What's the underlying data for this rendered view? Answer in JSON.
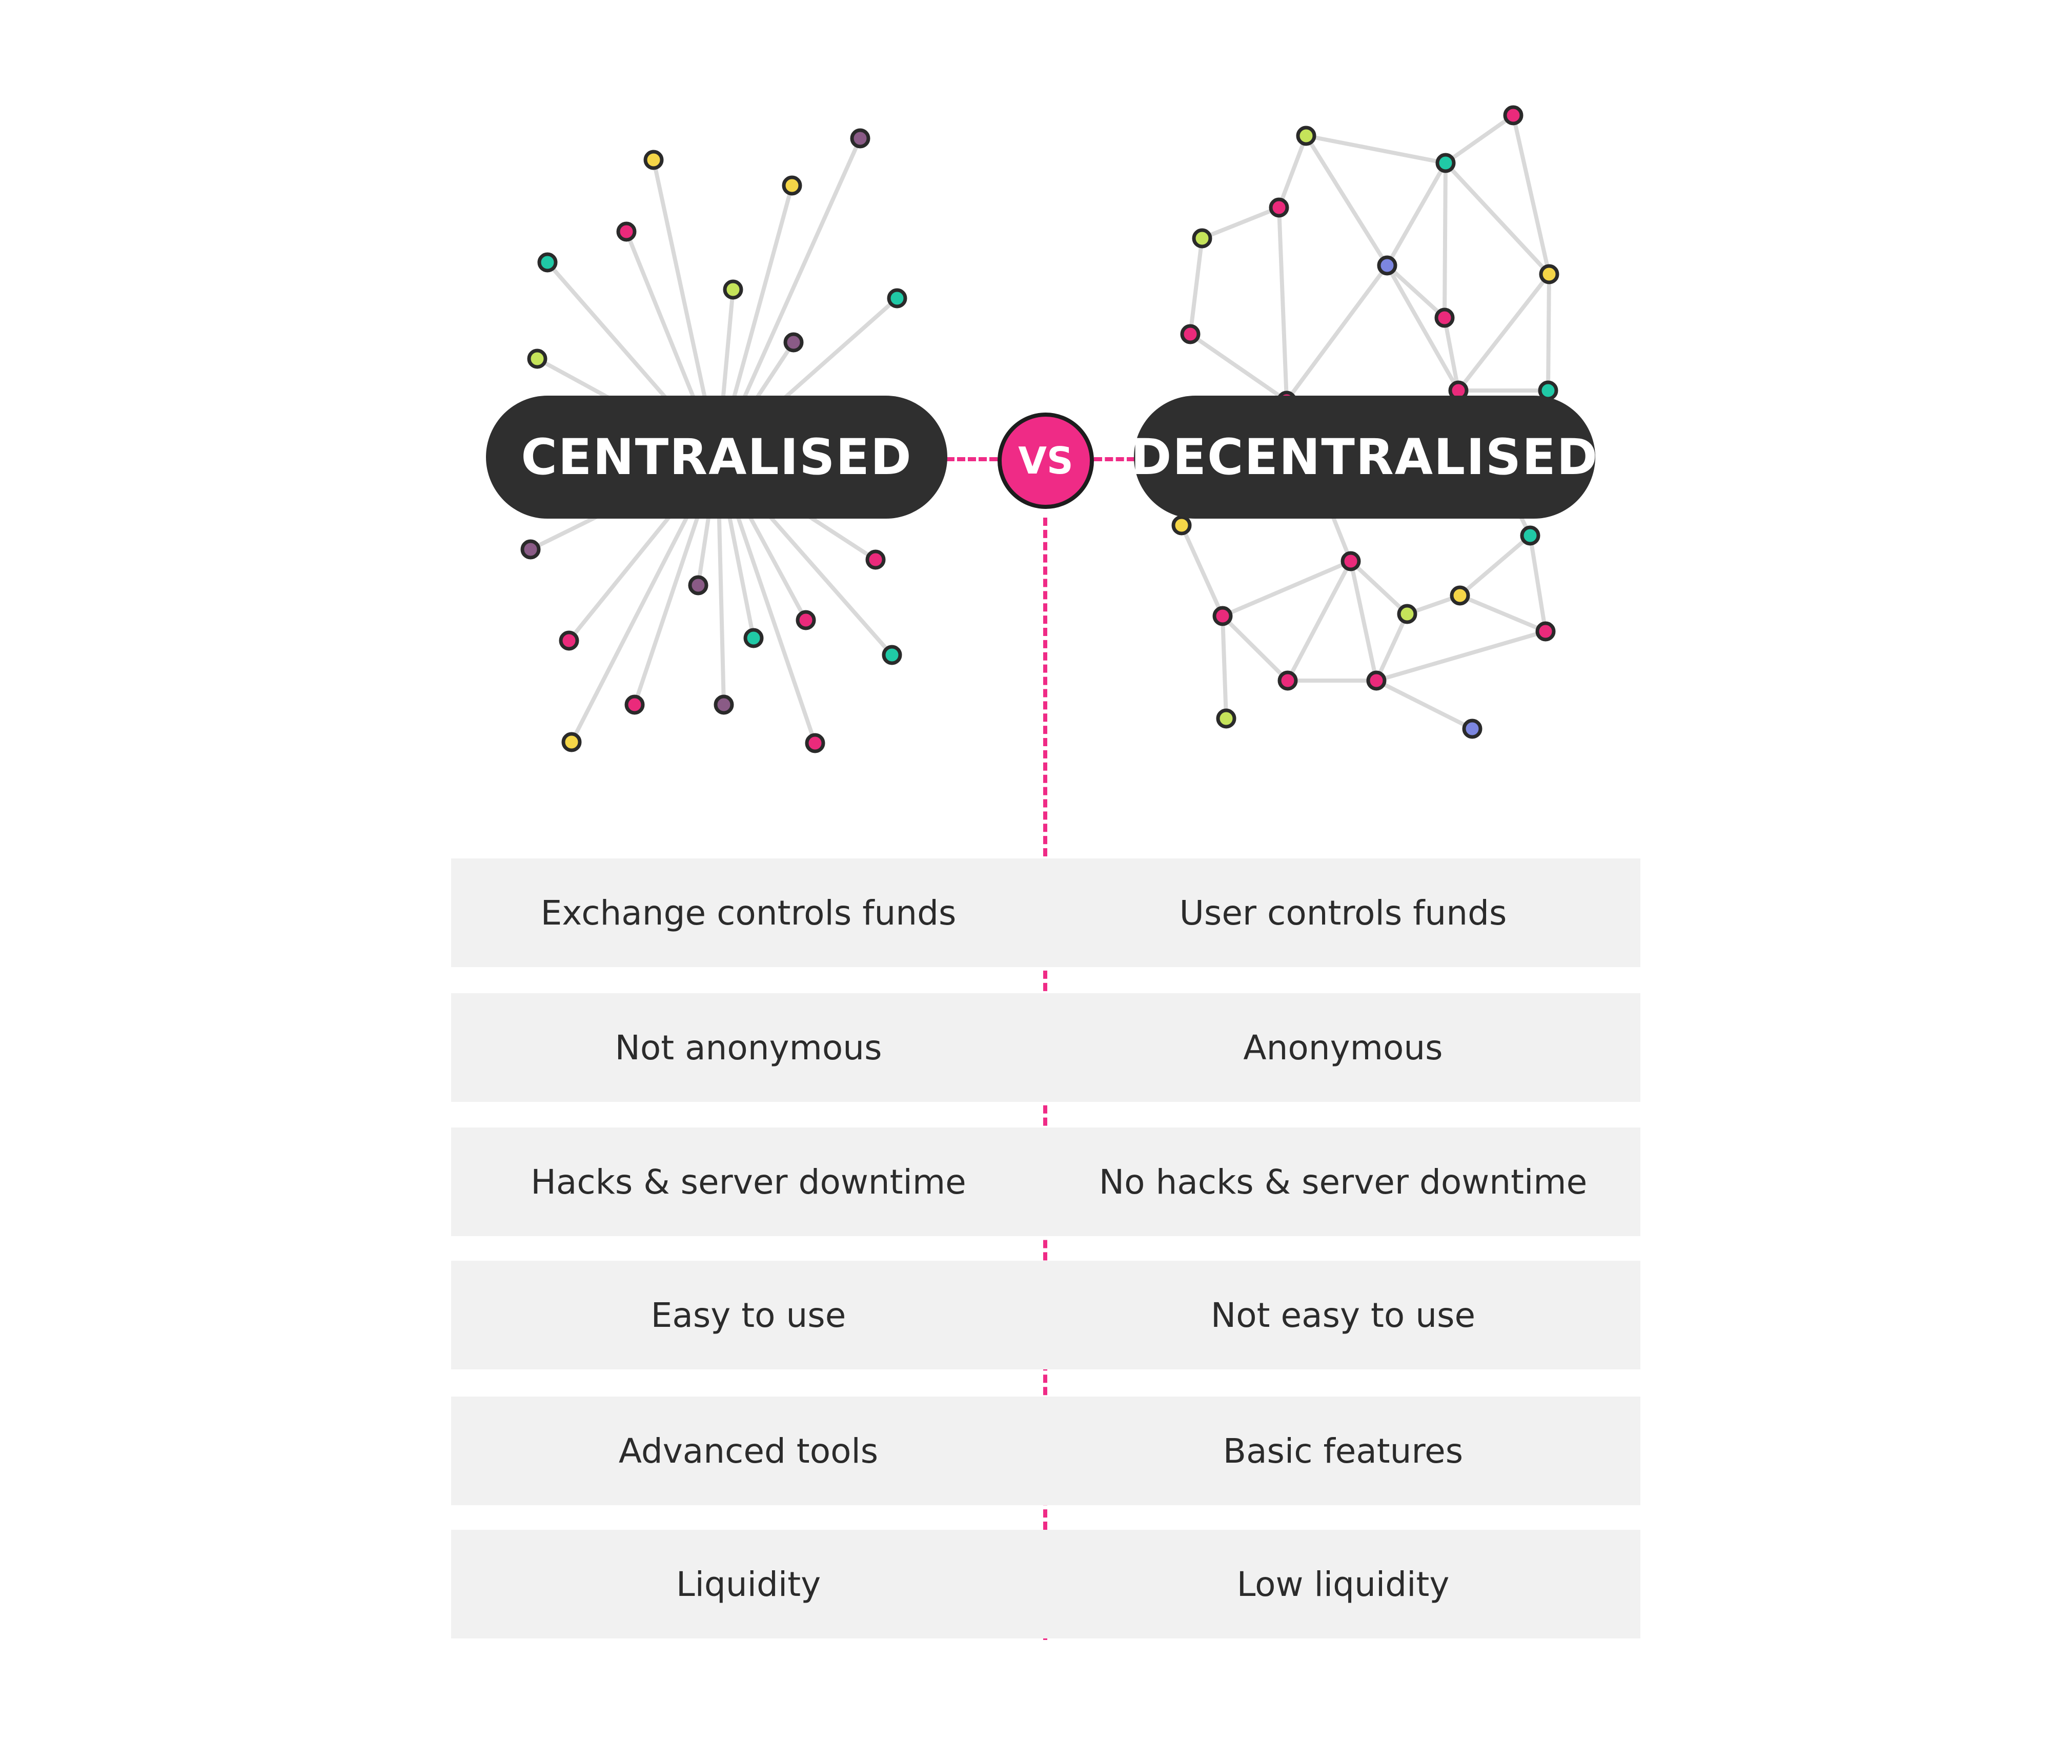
{
  "header": {
    "left_title": "CENTRALISED",
    "vs_label": "VS",
    "right_title": "DECENTRALISED"
  },
  "colors": {
    "accent": "#ef2b86",
    "pill": "#2f2f2f",
    "row_bg": "#f1f1f1",
    "edge": "#d9d9d9",
    "node_pink": "#ea2a7b",
    "node_yellow": "#f5d648",
    "node_teal": "#20c9a6",
    "node_lime": "#c5e35a",
    "node_purple": "#8a5b86",
    "node_blue": "#7c86e0"
  },
  "comparison": {
    "rows": [
      {
        "centralised": "Exchange controls funds",
        "decentralised": "User controls funds"
      },
      {
        "centralised": "Not anonymous",
        "decentralised": "Anonymous"
      },
      {
        "centralised": "Hacks & server downtime",
        "decentralised": "No hacks & server downtime"
      },
      {
        "centralised": "Easy to use",
        "decentralised": "Not easy to use"
      },
      {
        "centralised": "Advanced tools",
        "decentralised": "Basic features"
      },
      {
        "centralised": "Liquidity",
        "decentralised": "Low liquidity"
      }
    ]
  }
}
